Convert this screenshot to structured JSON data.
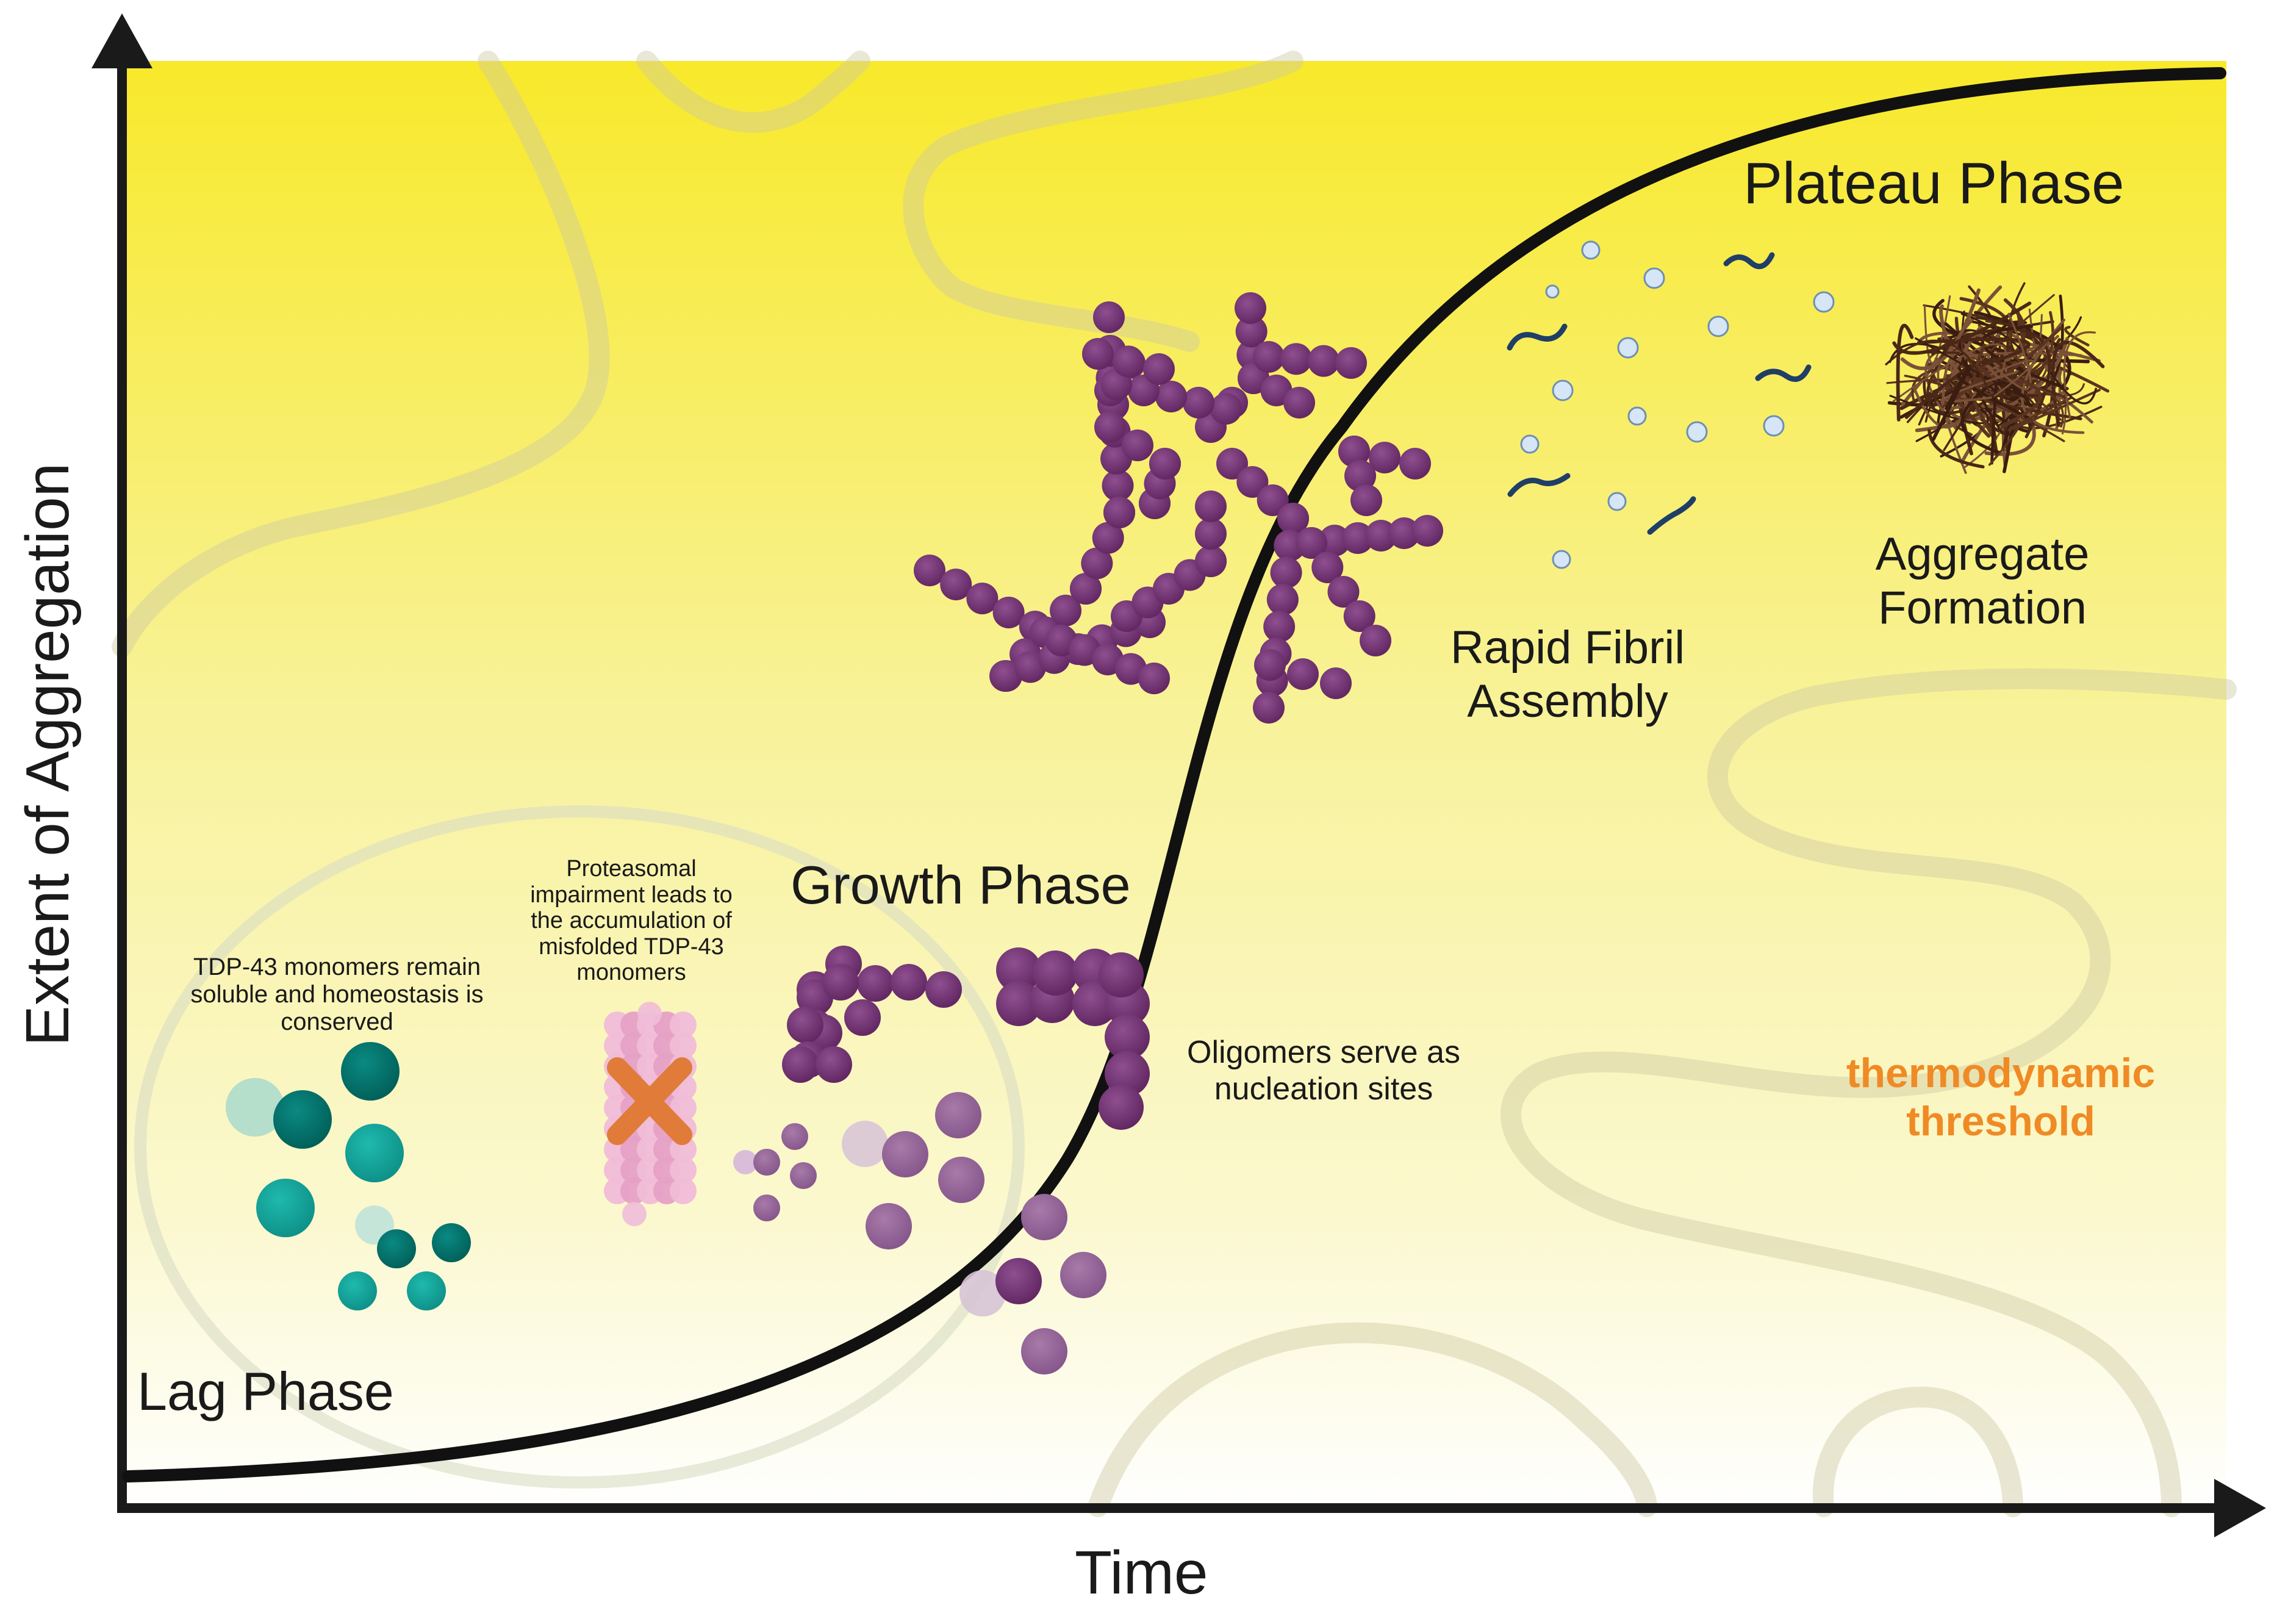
{
  "axes": {
    "x_label": "Time",
    "y_label": "Extent of Aggregation"
  },
  "phases": {
    "lag": "Lag Phase",
    "growth": "Growth Phase",
    "plateau": "Plateau Phase"
  },
  "annotations": {
    "monomers": "TDP-43 monomers remain\nsoluble and homeostasis is\nconserved",
    "proteasome": "Proteasomal\nimpairment leads to\nthe accumulation of\nmisfolded TDP-43\nmonomers",
    "oligomers": "Oligomers serve as\nnucleation sites",
    "fibril": "Rapid Fibril\nAssembly",
    "aggregate": "Aggregate\nFormation",
    "threshold": "thermodynamic\nthreshold"
  },
  "colors": {
    "background_top": "#f8ec3a",
    "background_bottom": "#ffffff",
    "curve": "#111111",
    "teal_dark": "#00756f",
    "teal": "#13a59b",
    "teal_light": "#a6d8cf",
    "pink": "#e8a4c8",
    "cross": "#e07b39",
    "purple_dark": "#6b2d6c",
    "purple": "#8a4c8a",
    "purple_light": "#c9a9c9",
    "fibril_blue": "#1f3f66",
    "particle": "#cfe0f2",
    "aggregate_brown": "#4a2717",
    "threshold_text": "#f08a24"
  },
  "icons": {
    "proteasome": "proteasome-icon",
    "blocked": "cross-icon",
    "aggregate": "fibril-tangle-icon"
  }
}
